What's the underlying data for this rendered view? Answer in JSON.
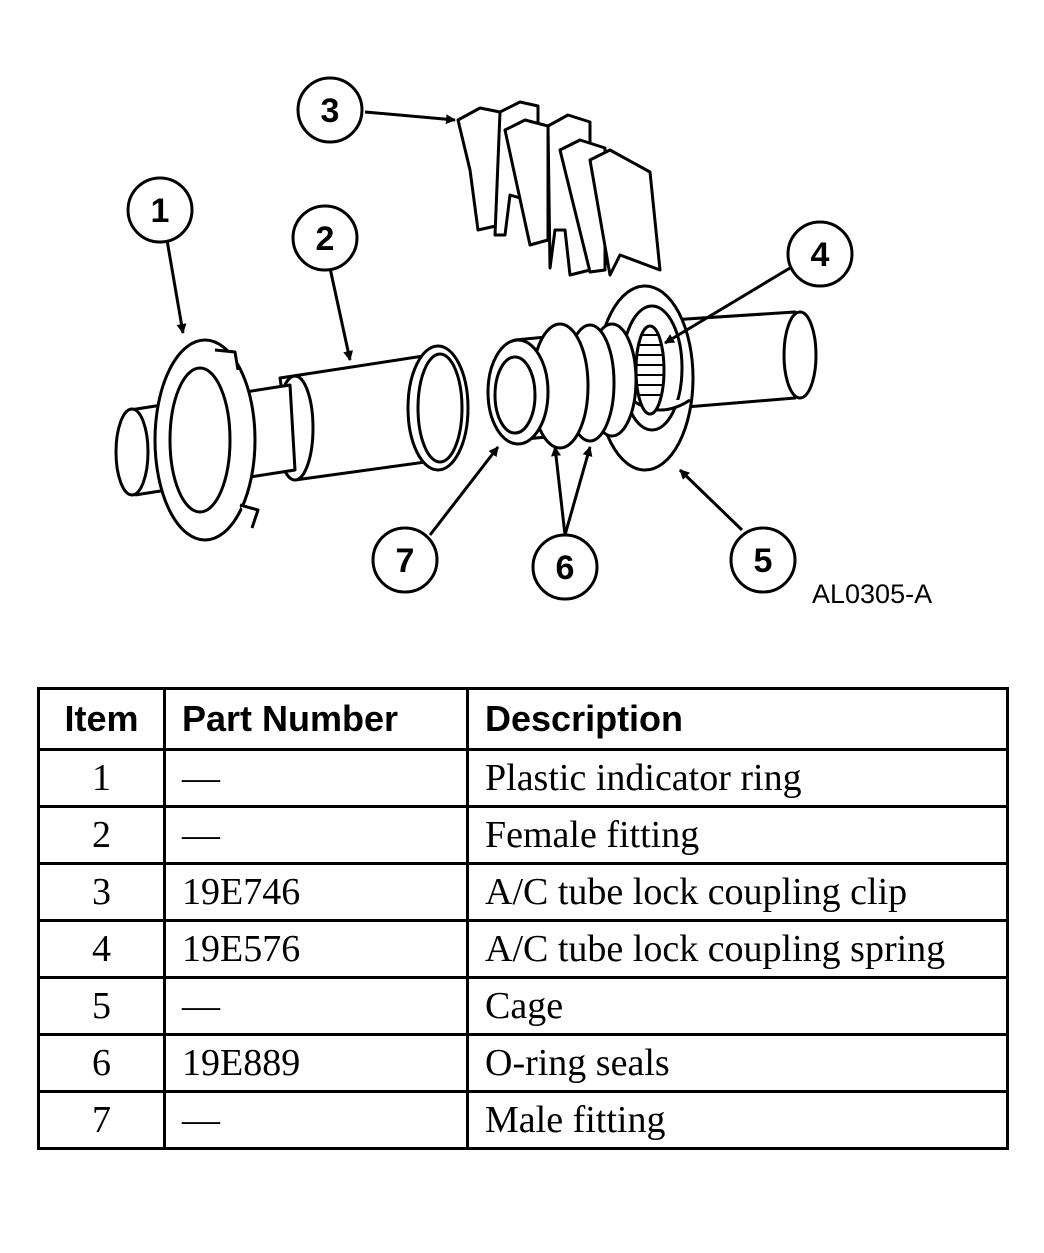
{
  "figure": {
    "id_label": "AL0305-A",
    "callouts": [
      "1",
      "2",
      "3",
      "4",
      "5",
      "6",
      "7"
    ]
  },
  "table": {
    "headers": {
      "item": "Item",
      "part_number": "Part Number",
      "description": "Description"
    },
    "rows": [
      {
        "item": "1",
        "part_number": "—",
        "description": "Plastic indicator ring"
      },
      {
        "item": "2",
        "part_number": "—",
        "description": "Female fitting"
      },
      {
        "item": "3",
        "part_number": "19E746",
        "description": "A/C tube lock coupling clip"
      },
      {
        "item": "4",
        "part_number": "19E576",
        "description": "A/C tube lock coupling spring"
      },
      {
        "item": "5",
        "part_number": "—",
        "description": "Cage"
      },
      {
        "item": "6",
        "part_number": "19E889",
        "description": "O-ring seals"
      },
      {
        "item": "7",
        "part_number": "—",
        "description": "Male fitting"
      }
    ]
  }
}
